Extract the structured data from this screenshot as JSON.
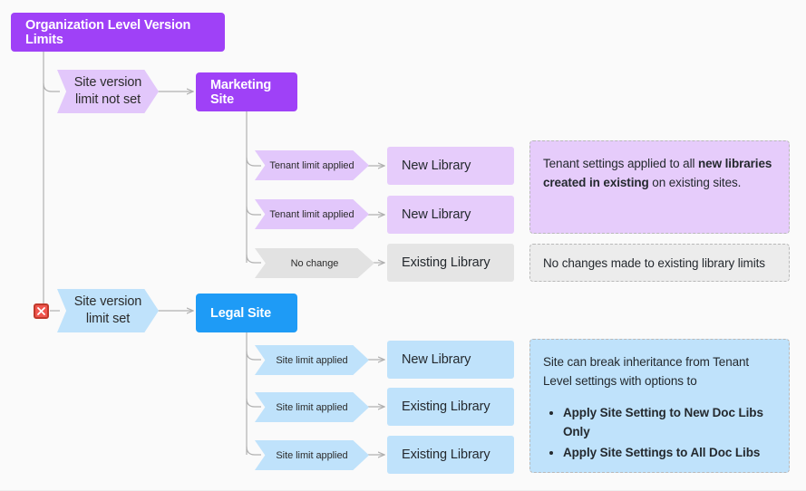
{
  "diagram": {
    "title": "Organization Level Version Limits",
    "colors": {
      "purple": "#9f41f7",
      "purple_light": "#e6ccfb",
      "purple_chevron": "#e2c7fb",
      "blue": "#1e9bf6",
      "blue_light": "#bfe2fb",
      "grey_light": "#e5e5e5",
      "grey_chevron": "#e2e2e2",
      "marker_red": "#f0564f",
      "connector": "#b0b0b0"
    },
    "root": {
      "label": "Organization Level Version Limits"
    },
    "branches": [
      {
        "condition": "Site version\nlimit not set",
        "condition_line1": "Site version",
        "condition_line2": "limit not set",
        "site": "Marketing Site",
        "children": [
          {
            "edge_label": "Tenant limit applied",
            "target": "New Library",
            "style": "purple"
          },
          {
            "edge_label": "Tenant limit applied",
            "target": "New  Library",
            "style": "purple"
          },
          {
            "edge_label": "No change",
            "target": "Existing Library",
            "style": "grey"
          }
        ],
        "notes": [
          {
            "style": "purple",
            "text_before": "Tenant settings applied to all ",
            "text_bold": "new libraries created in existing",
            "text_after": " on existing sites."
          },
          {
            "style": "grey",
            "text": "No changes made to existing library limits"
          }
        ]
      },
      {
        "marker": "x-marker",
        "condition": "Site version\nlimit set",
        "condition_line1": "Site version",
        "condition_line2": "limit set",
        "site": "Legal Site",
        "children": [
          {
            "edge_label": "Site limit applied",
            "target": "New  Library",
            "style": "blue"
          },
          {
            "edge_label": "Site limit applied",
            "target": "Existing  Library",
            "style": "blue"
          },
          {
            "edge_label": "Site limit applied",
            "target": "Existing  Library",
            "style": "blue"
          }
        ],
        "notes": [
          {
            "style": "blue",
            "intro": "Site can break inheritance from Tenant Level settings with options to",
            "bullets": [
              "Apply Site Setting to New Doc Libs Only",
              "Apply Site Settings to All Doc Libs"
            ]
          }
        ]
      }
    ]
  }
}
